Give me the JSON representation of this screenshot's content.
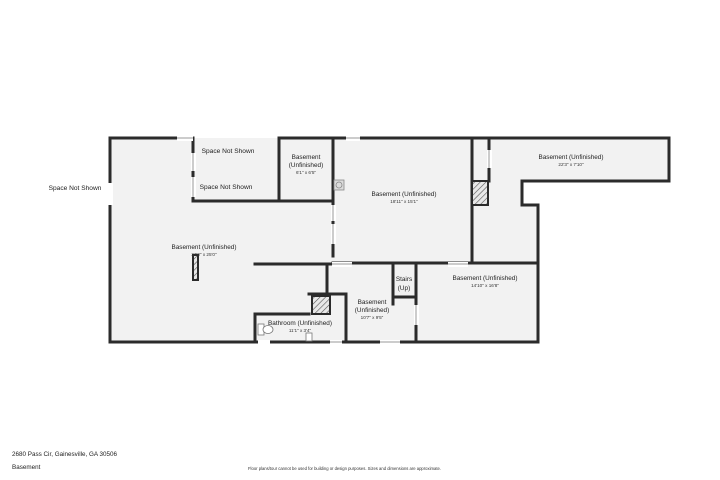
{
  "exterior_labels": {
    "left": "Space Not Shown",
    "top": "Space Not Shown",
    "middle": "Space Not Shown"
  },
  "rooms": [
    {
      "id": "main",
      "name": [
        "Basement (Unfinished)"
      ],
      "dim": "27'0\" x 25'0\""
    },
    {
      "id": "small",
      "name": [
        "Basement",
        "(Unfinished)"
      ],
      "dim": "6'1\" x 6'5\""
    },
    {
      "id": "center",
      "name": [
        "Basement (Unfinished)"
      ],
      "dim": "18'11\" x 15'1\""
    },
    {
      "id": "east",
      "name": [
        "Basement (Unfinished)"
      ],
      "dim": "22'3\" x 7'10\""
    },
    {
      "id": "southeast",
      "name": [
        "Basement (Unfinished)"
      ],
      "dim": "14'10\" x 16'8\""
    },
    {
      "id": "lower",
      "name": [
        "Basement",
        "(Unfinished)"
      ],
      "dim": "10'7\" x 9'5\""
    },
    {
      "id": "bath",
      "name": [
        "Bathroom (Unfinished)"
      ],
      "dim": "11'1\" x 3'4\""
    },
    {
      "id": "stairs",
      "name": [
        "Stairs",
        "(Up)"
      ],
      "dim": ""
    }
  ],
  "footer": {
    "address": "2680 Pass Cir, Gainesville, GA 30506",
    "level": "Basement",
    "disclaimer": "Floor plans/tour cannot be used for building or design purposes. Sizes and dimensions are approximate."
  }
}
